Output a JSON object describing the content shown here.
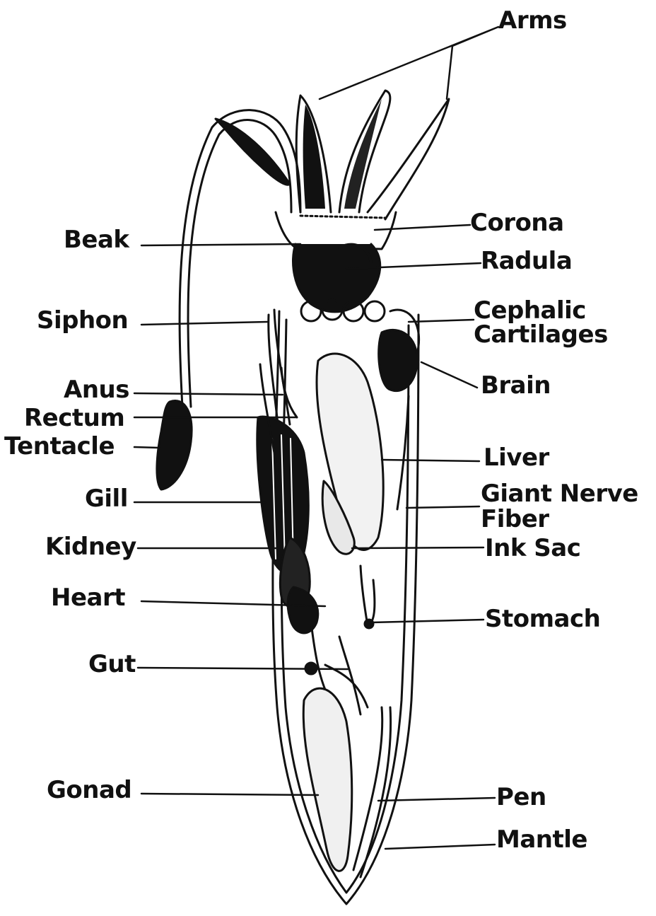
{
  "diagram": {
    "ink_color": "#111111",
    "background": "#ffffff",
    "labels": {
      "arms": "Arms",
      "corona": "Corona",
      "radula": "Radula",
      "cephalic_line1": "Cephalic",
      "cephalic_line2": "Cartilages",
      "brain": "Brain",
      "liver": "Liver",
      "giant_nerve_line1": "Giant Nerve",
      "giant_nerve_line2": "Fiber",
      "ink_sac": "Ink Sac",
      "stomach": "Stomach",
      "pen": "Pen",
      "mantle": "Mantle",
      "beak": "Beak",
      "siphon": "Siphon",
      "anus": "Anus",
      "rectum": "Rectum",
      "tentacle": "Tentacle",
      "gill": "Gill",
      "kidney": "Kidney",
      "heart": "Heart",
      "gut": "Gut",
      "gonad": "Gonad"
    }
  }
}
